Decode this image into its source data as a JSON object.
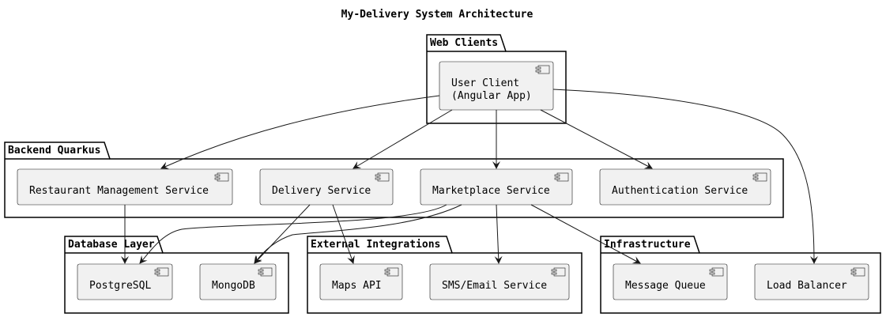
{
  "title": "My-Delivery System Architecture",
  "packages": {
    "web_clients": "Web Clients",
    "backend": "Backend Quarkus",
    "database": "Database Layer",
    "external": "External Integrations",
    "infrastructure": "Infrastructure"
  },
  "components": {
    "user_client": [
      "User Client",
      "(Angular App)"
    ],
    "restaurant_mgmt": "Restaurant Management Service",
    "delivery": "Delivery Service",
    "marketplace": "Marketplace Service",
    "auth": "Authentication Service",
    "postgresql": "PostgreSQL",
    "mongodb": "MongoDB",
    "maps_api": "Maps API",
    "sms_email": "SMS/Email Service",
    "message_queue": "Message Queue",
    "load_balancer": "Load Balancer"
  },
  "edges": [
    {
      "from": "User Client",
      "to": "Restaurant Management Service"
    },
    {
      "from": "User Client",
      "to": "Delivery Service"
    },
    {
      "from": "User Client",
      "to": "Marketplace Service"
    },
    {
      "from": "User Client",
      "to": "Authentication Service"
    },
    {
      "from": "User Client",
      "to": "Load Balancer"
    },
    {
      "from": "Restaurant Management Service",
      "to": "PostgreSQL"
    },
    {
      "from": "Delivery Service",
      "to": "MongoDB"
    },
    {
      "from": "Delivery Service",
      "to": "Maps API"
    },
    {
      "from": "Marketplace Service",
      "to": "PostgreSQL"
    },
    {
      "from": "Marketplace Service",
      "to": "MongoDB"
    },
    {
      "from": "Marketplace Service",
      "to": "SMS/Email Service"
    },
    {
      "from": "Marketplace Service",
      "to": "Message Queue"
    }
  ]
}
